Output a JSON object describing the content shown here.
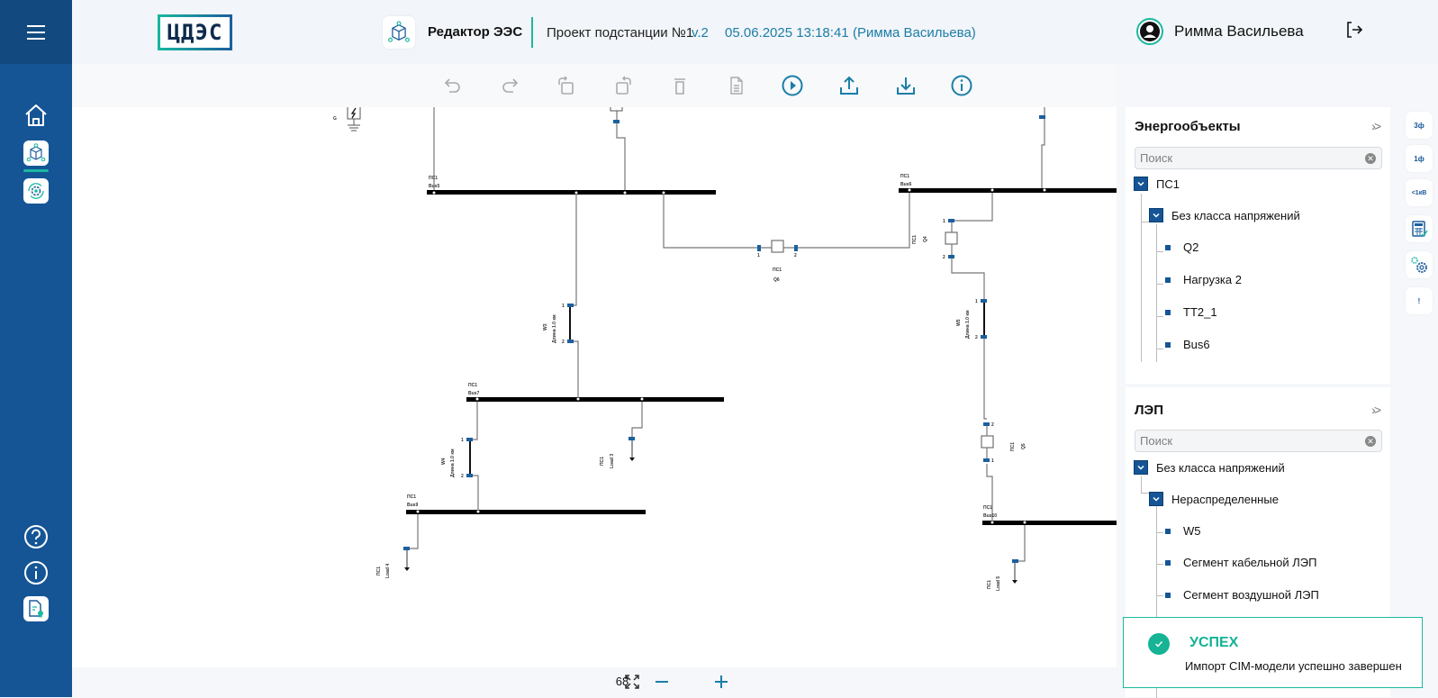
{
  "sidebar": {
    "menu_icon": "hamburger-menu-icon",
    "items": [
      {
        "name": "home",
        "icon": "home-icon"
      },
      {
        "name": "ees-editor",
        "icon": "cube-network-icon",
        "active": true
      },
      {
        "name": "settings-sync",
        "icon": "gear-sync-icon"
      }
    ],
    "bottom_items": [
      {
        "name": "help",
        "icon": "question-circle-icon"
      },
      {
        "name": "info",
        "icon": "info-circle-icon"
      },
      {
        "name": "license",
        "icon": "document-certificate-icon"
      }
    ]
  },
  "header": {
    "logo_text": "ЦДЭС",
    "app_name": "Редактор ЭЭС",
    "project_name": "Проект подстанции №1",
    "version": "v.2",
    "datetime": "05.06.2025 13:18:41",
    "author": "(Римма Васильева)",
    "user_name": "Римма Васильева",
    "logout_icon": "logout-icon"
  },
  "toolbar": {
    "buttons": [
      {
        "name": "undo",
        "icon": "undo-icon",
        "enabled": false
      },
      {
        "name": "redo",
        "icon": "redo-icon",
        "enabled": false
      },
      {
        "name": "rotate-left",
        "icon": "rotate-left-icon",
        "enabled": false
      },
      {
        "name": "rotate-right",
        "icon": "rotate-right-icon",
        "enabled": false
      },
      {
        "name": "delete",
        "icon": "trash-icon",
        "enabled": false
      },
      {
        "name": "properties",
        "icon": "document-icon",
        "enabled": false
      },
      {
        "name": "run",
        "icon": "play-circle-icon",
        "enabled": true
      },
      {
        "name": "export",
        "icon": "upload-icon",
        "enabled": true
      },
      {
        "name": "import",
        "icon": "download-icon",
        "enabled": true
      },
      {
        "name": "info",
        "icon": "info-circle-icon",
        "enabled": true
      }
    ]
  },
  "diagram": {
    "buses": [
      {
        "substation": "ПС1",
        "name": "Bus5"
      },
      {
        "substation": "ПС1",
        "name": "Bus6"
      },
      {
        "substation": "ПС1",
        "name": "Bus7"
      },
      {
        "substation": "ПС1",
        "name": "Bus9"
      },
      {
        "substation": "ПС1",
        "name": "Bus10"
      }
    ],
    "switches": [
      {
        "substation": "ПС1",
        "name": "Q6",
        "pin1": "1",
        "pin2": "2"
      },
      {
        "substation": "ПС1",
        "name": "Q4",
        "pin1": "1",
        "pin2": "2"
      },
      {
        "substation": "ПС1",
        "name": "Q5",
        "pin1": "1",
        "pin2": "2"
      }
    ],
    "lines": [
      {
        "name": "W3",
        "length": "Длина 1.0 км",
        "pin1": "1",
        "pin2": "2"
      },
      {
        "name": "W4",
        "length": "Длина 1.0 км",
        "pin1": "1",
        "pin2": "2"
      },
      {
        "name": "W5",
        "length": "Длина 1.0 км",
        "pin1": "1",
        "pin2": "2"
      }
    ],
    "loads": [
      {
        "substation": "ПС1",
        "name": "Load 3"
      },
      {
        "substation": "ПС1",
        "name": "Load 4"
      },
      {
        "substation": "ПС1",
        "name": "Load 5"
      }
    ],
    "misc_pin": "1",
    "ground_label": "G"
  },
  "zoom": {
    "value": "68",
    "fit_icon": "fit-screen-icon",
    "minus_icon": "minus-icon",
    "plus_icon": "plus-icon"
  },
  "panel_energy": {
    "title": "Энергообъекты",
    "search_placeholder": "Поиск",
    "tree": {
      "root": "ПС1",
      "group": "Без класса напряжений",
      "items": [
        "Q2",
        "Нагрузка 2",
        "ТТ2_1",
        "Bus6"
      ]
    }
  },
  "panel_lines": {
    "title": "ЛЭП",
    "search_placeholder": "Поиск",
    "tree": {
      "root": "Без класса напряжений",
      "group": "Нераспределенные",
      "items": [
        "W5",
        "Сегмент кабельной ЛЭП",
        "Сегмент воздушной ЛЭП"
      ]
    }
  },
  "right_tools": [
    {
      "name": "three-phase",
      "label": "3ф"
    },
    {
      "name": "single-phase",
      "label": "1ф"
    },
    {
      "name": "low-voltage",
      "label": "<1кВ"
    },
    {
      "name": "calculator",
      "icon": "calculator-icon"
    },
    {
      "name": "gear-settings",
      "icon": "gears-icon"
    },
    {
      "name": "more",
      "label": "!"
    }
  ],
  "toast": {
    "title": "УСПЕХ",
    "message": "Импорт CIM-модели успешно завершен",
    "color": "#14b394"
  },
  "colors": {
    "sidebar": "#155596",
    "accent": "#1ab9a0",
    "link": "#1b7ea8",
    "checkbox": "#155596"
  }
}
